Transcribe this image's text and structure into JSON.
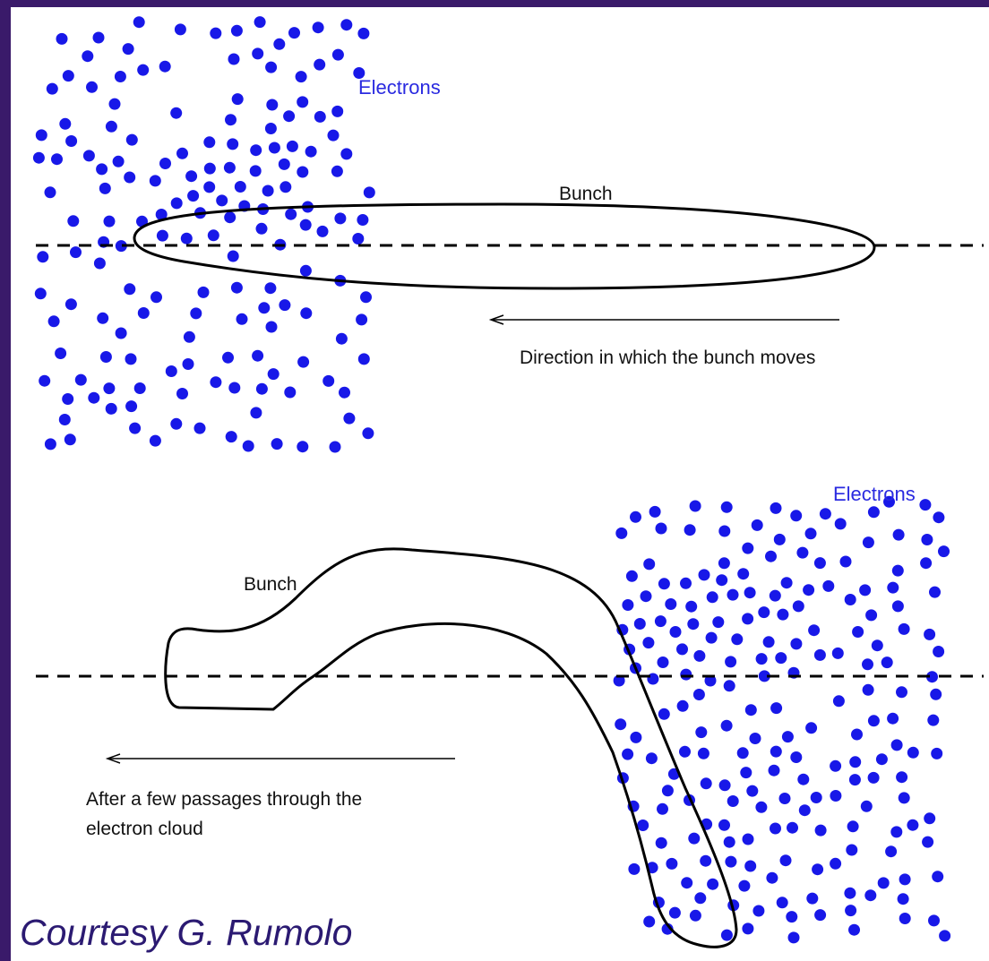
{
  "colors": {
    "frame": "#3a1a6a",
    "electron": "#1818e8",
    "credit": "#2b1a72"
  },
  "top_panel": {
    "electrons_label": "Electrons",
    "bunch_label": "Bunch",
    "direction_label": "Direction in which the bunch moves"
  },
  "bottom_panel": {
    "electrons_label": "Electrons",
    "bunch_label": "Bunch",
    "caption_line1": "After a few passages through the",
    "caption_line2": "electron cloud"
  },
  "credit": "Courtesy G. Rumolo"
}
